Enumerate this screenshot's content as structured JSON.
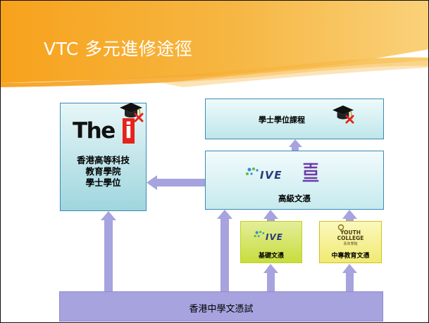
{
  "slide": {
    "title": "VTC 多元進修途徑"
  },
  "colors": {
    "banner_orange": "#f6a623",
    "banner_light": "#fbd27a",
    "box_border": "#3b89b6",
    "box_fill": "#c6eaee",
    "ive_green": "#c7dd3e",
    "youth_yellow": "#f0ea73",
    "arrow": "#a6a3de",
    "thei_red": "#e5231b",
    "ive_purple": "#6c3aa7"
  },
  "diagram": {
    "thei": {
      "logo_text": "The",
      "logo_accent": "i",
      "line1": "香港高等科技",
      "line2": "教育學院",
      "line3": "學士學位"
    },
    "degree": {
      "label": "學士學位課程"
    },
    "higher_diploma": {
      "ive_logo": "IVE",
      "label": "高級文憑"
    },
    "foundation": {
      "ive_logo": "IVE",
      "label": "基礎文憑"
    },
    "youth_college": {
      "logo_line1": "YOUTH",
      "logo_line2": "COLLEGE",
      "logo_line3": "青年學院",
      "label": "中專教育文憑"
    },
    "hkdse": {
      "label": "香港中學文憑試"
    }
  }
}
